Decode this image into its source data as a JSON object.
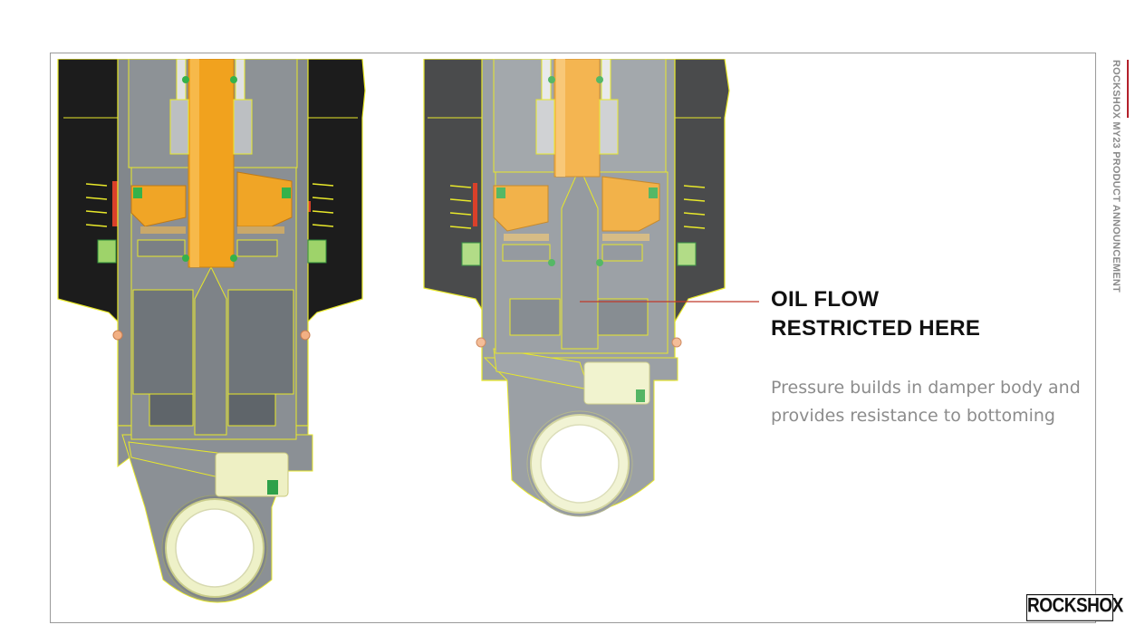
{
  "callout": {
    "title_line1": "OIL FLOW",
    "title_line2": "RESTRICTED HERE",
    "body": "Pressure builds in damper  body and provides  resistance to bottoming"
  },
  "sidebar": {
    "label": "ROCKSHOX MY23 PRODUCT ANNOUNCEMENT"
  },
  "brand": {
    "logo_text": "ROCKSHOX"
  },
  "colors": {
    "shaft_orange": "#f1a21e",
    "body_gray": "#7d8287",
    "outline_yellow": "#e8e82a",
    "accent_red": "#b3202a",
    "leader_line": "#c0392b"
  }
}
